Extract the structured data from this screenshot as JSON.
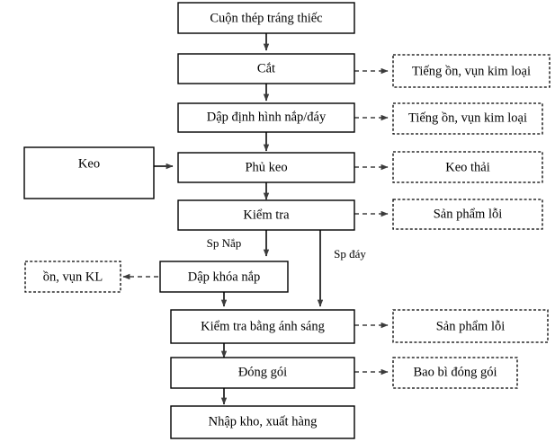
{
  "diagram": {
    "title": "Quy trinh san xuat - flowchart",
    "colors": {
      "box_stroke": "#000000",
      "background": "#ffffff",
      "connector_solid": "#3b3b3b",
      "connector_dashed": "#595959"
    },
    "process_nodes": [
      {
        "id": "coil",
        "label": "Cuộn thép tráng thiếc"
      },
      {
        "id": "cut",
        "label": "Cắt"
      },
      {
        "id": "form",
        "label": "Dập định hình nắp/đáy"
      },
      {
        "id": "glue",
        "label": "Phủ keo"
      },
      {
        "id": "inspect",
        "label": "Kiểm tra"
      },
      {
        "id": "lock",
        "label": "Dập khóa nắp"
      },
      {
        "id": "lightcheck",
        "label": "Kiểm tra bằng ánh sáng"
      },
      {
        "id": "pack",
        "label": "Đóng gói"
      },
      {
        "id": "store",
        "label": "Nhập kho, xuất hàng"
      }
    ],
    "input_nodes": [
      {
        "id": "keo_input",
        "label": "Keo"
      }
    ],
    "output_nodes": [
      {
        "id": "noise1",
        "label": "Tiếng ồn, vụn kim loại"
      },
      {
        "id": "noise2",
        "label": "Tiếng ồn, vụn kim loại"
      },
      {
        "id": "waste_glue",
        "label": "Keo thải"
      },
      {
        "id": "defect1",
        "label": "Sản phẩm lỗi"
      },
      {
        "id": "noise_kl",
        "label": "ồn, vụn KL"
      },
      {
        "id": "defect2",
        "label": "Sản phẩm lỗi"
      },
      {
        "id": "packaging",
        "label": "Bao bì đóng gói"
      }
    ],
    "edge_labels": [
      {
        "id": "sp_nap",
        "label": "Sp Nắp"
      },
      {
        "id": "sp_day",
        "label": "Sp đáy"
      }
    ]
  }
}
